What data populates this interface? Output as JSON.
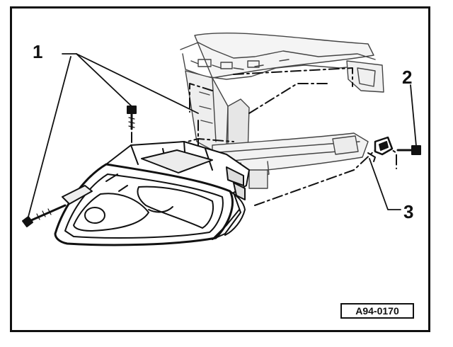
{
  "callouts": [
    {
      "label": "1",
      "part": "mounting-bolts"
    },
    {
      "label": "2",
      "part": "bolt"
    },
    {
      "label": "3",
      "part": "clip"
    }
  ],
  "figure_id": "A94-0170",
  "colors": {
    "ink": "#111111",
    "paper": "#ffffff",
    "shade": "#d8d8d8"
  }
}
